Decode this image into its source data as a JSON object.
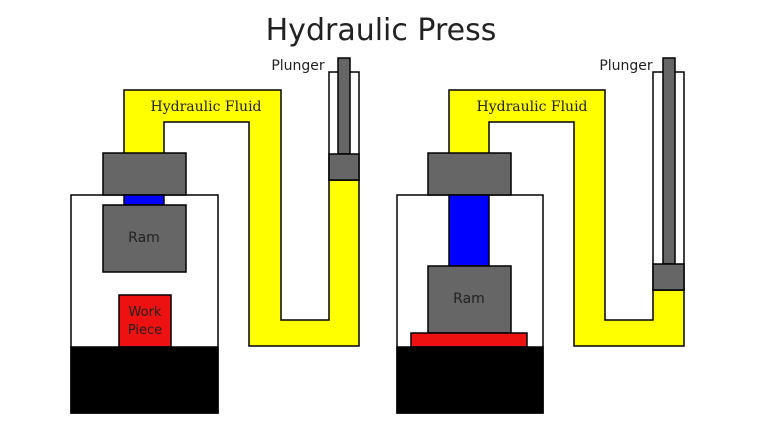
{
  "title": "Hydraulic Press",
  "left": {
    "plunger_label": "Plunger",
    "fluid_label": "Hydraulic Fluid",
    "ram_label": "Ram",
    "workpiece_label": [
      "Work",
      "Piece"
    ]
  },
  "right": {
    "plunger_label": "Plunger",
    "fluid_label": "Hydraulic Fluid",
    "ram_label": "Ram"
  },
  "colors": {
    "fluid": "#ffff00",
    "metal": "#666666",
    "piston_fluid": "#0000ff",
    "workpiece": "#ee1111",
    "base": "#000000",
    "outline": "#000000",
    "frame": "#ffffff"
  }
}
